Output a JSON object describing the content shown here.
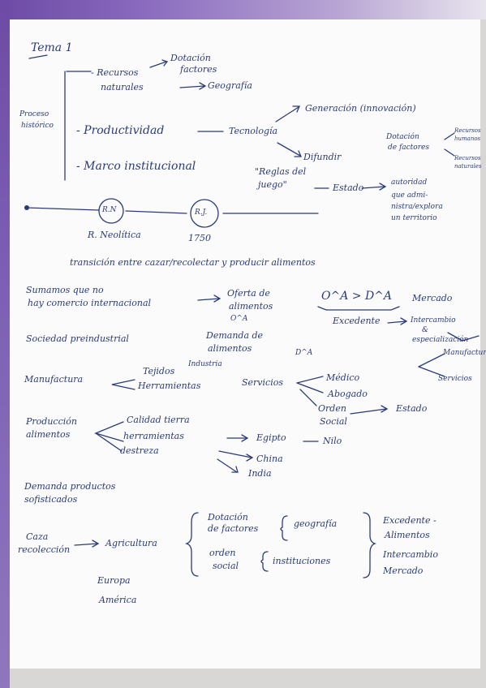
{
  "notes": {
    "title": "Tema 1",
    "proceso": {
      "line1": "Proceso",
      "line2": "histórico"
    },
    "recursos": {
      "line1": "- Recursos",
      "line2": "naturales"
    },
    "dotacion_factores": {
      "line1": "Dotación",
      "line2": "factores"
    },
    "geografia": "Geografía",
    "productividad": "- Productividad",
    "tecnologia": "Tecnología",
    "generacion": "Generación (innovación)",
    "difundir": "Difundir",
    "dotacion_de_factores": {
      "line1": "Dotación",
      "line2": "de factores"
    },
    "recursos_humanos": {
      "line1": "Recursos",
      "line2": "humanos"
    },
    "recursos_naturales": {
      "line1": "Recursos",
      "line2": "naturales"
    },
    "marco": "- Marco institucional",
    "reglas": {
      "line1": "\"Reglas del",
      "line2": "juego\""
    },
    "estado": "Estado",
    "autoridad": {
      "line1": "autoridad",
      "line2": "que admi-",
      "line3": "nistra/explora",
      "line4": "un territorio"
    },
    "timeline": {
      "rn": "R.N",
      "rj": "R.J.",
      "neolitica": "R. Neolítica",
      "year": "1750"
    },
    "transicion": "transición entre cazar/recolectar y producir alimentos",
    "sumamos": {
      "line1": "Sumamos que no",
      "line2": "hay comercio internacional"
    },
    "oferta": {
      "line1": "Oferta de",
      "line2": "alimentos",
      "line3": "O^A"
    },
    "od_relation": "O^A > D^A",
    "mercado": "Mercado",
    "excedente": "Excedente",
    "intercambio": {
      "line1": "Intercambio",
      "line2": "&",
      "line3": "especialización"
    },
    "sociedad": "Sociedad preindustrial",
    "demanda": {
      "line1": "Demanda de",
      "line2": "alimentos",
      "line3": "D^A"
    },
    "manufacturas_side": "Manufacturas",
    "servicios_side": "Servicios",
    "manufactura": "Manufactura",
    "tejidos": "Tejidos",
    "industria": "Industria",
    "herramientas": "Herramientas",
    "servicios": "Servicios",
    "medico": "Médico",
    "abogado": "Abogado",
    "orden_social": {
      "line1": "Orden",
      "line2": "Social"
    },
    "estado2": "Estado",
    "produccion": {
      "line1": "Producción",
      "line2": "alimentos"
    },
    "calidad": "Calidad tierra",
    "herramientas2": "herramientas",
    "destreza": "destreza",
    "egipto": "Egipto",
    "nilo": "Nilo",
    "china": "China",
    "india": "India",
    "demanda_productos": {
      "line1": "Demanda productos",
      "line2": "sofisticados"
    },
    "caza": {
      "line1": "Caza",
      "line2": "recolección"
    },
    "agricultura": "Agricultura",
    "brace_dotacion": {
      "line1": "Dotación",
      "line2": "de factores"
    },
    "brace_geografia": "geografía",
    "brace_orden": {
      "line1": "orden",
      "line2": "social"
    },
    "brace_instituciones": "instituciones",
    "right_list": {
      "line1": "Excedente -",
      "line2": "Alimentos",
      "line3": "Intercambio",
      "line4": "Mercado"
    },
    "europa": "Europa",
    "america": "América"
  }
}
